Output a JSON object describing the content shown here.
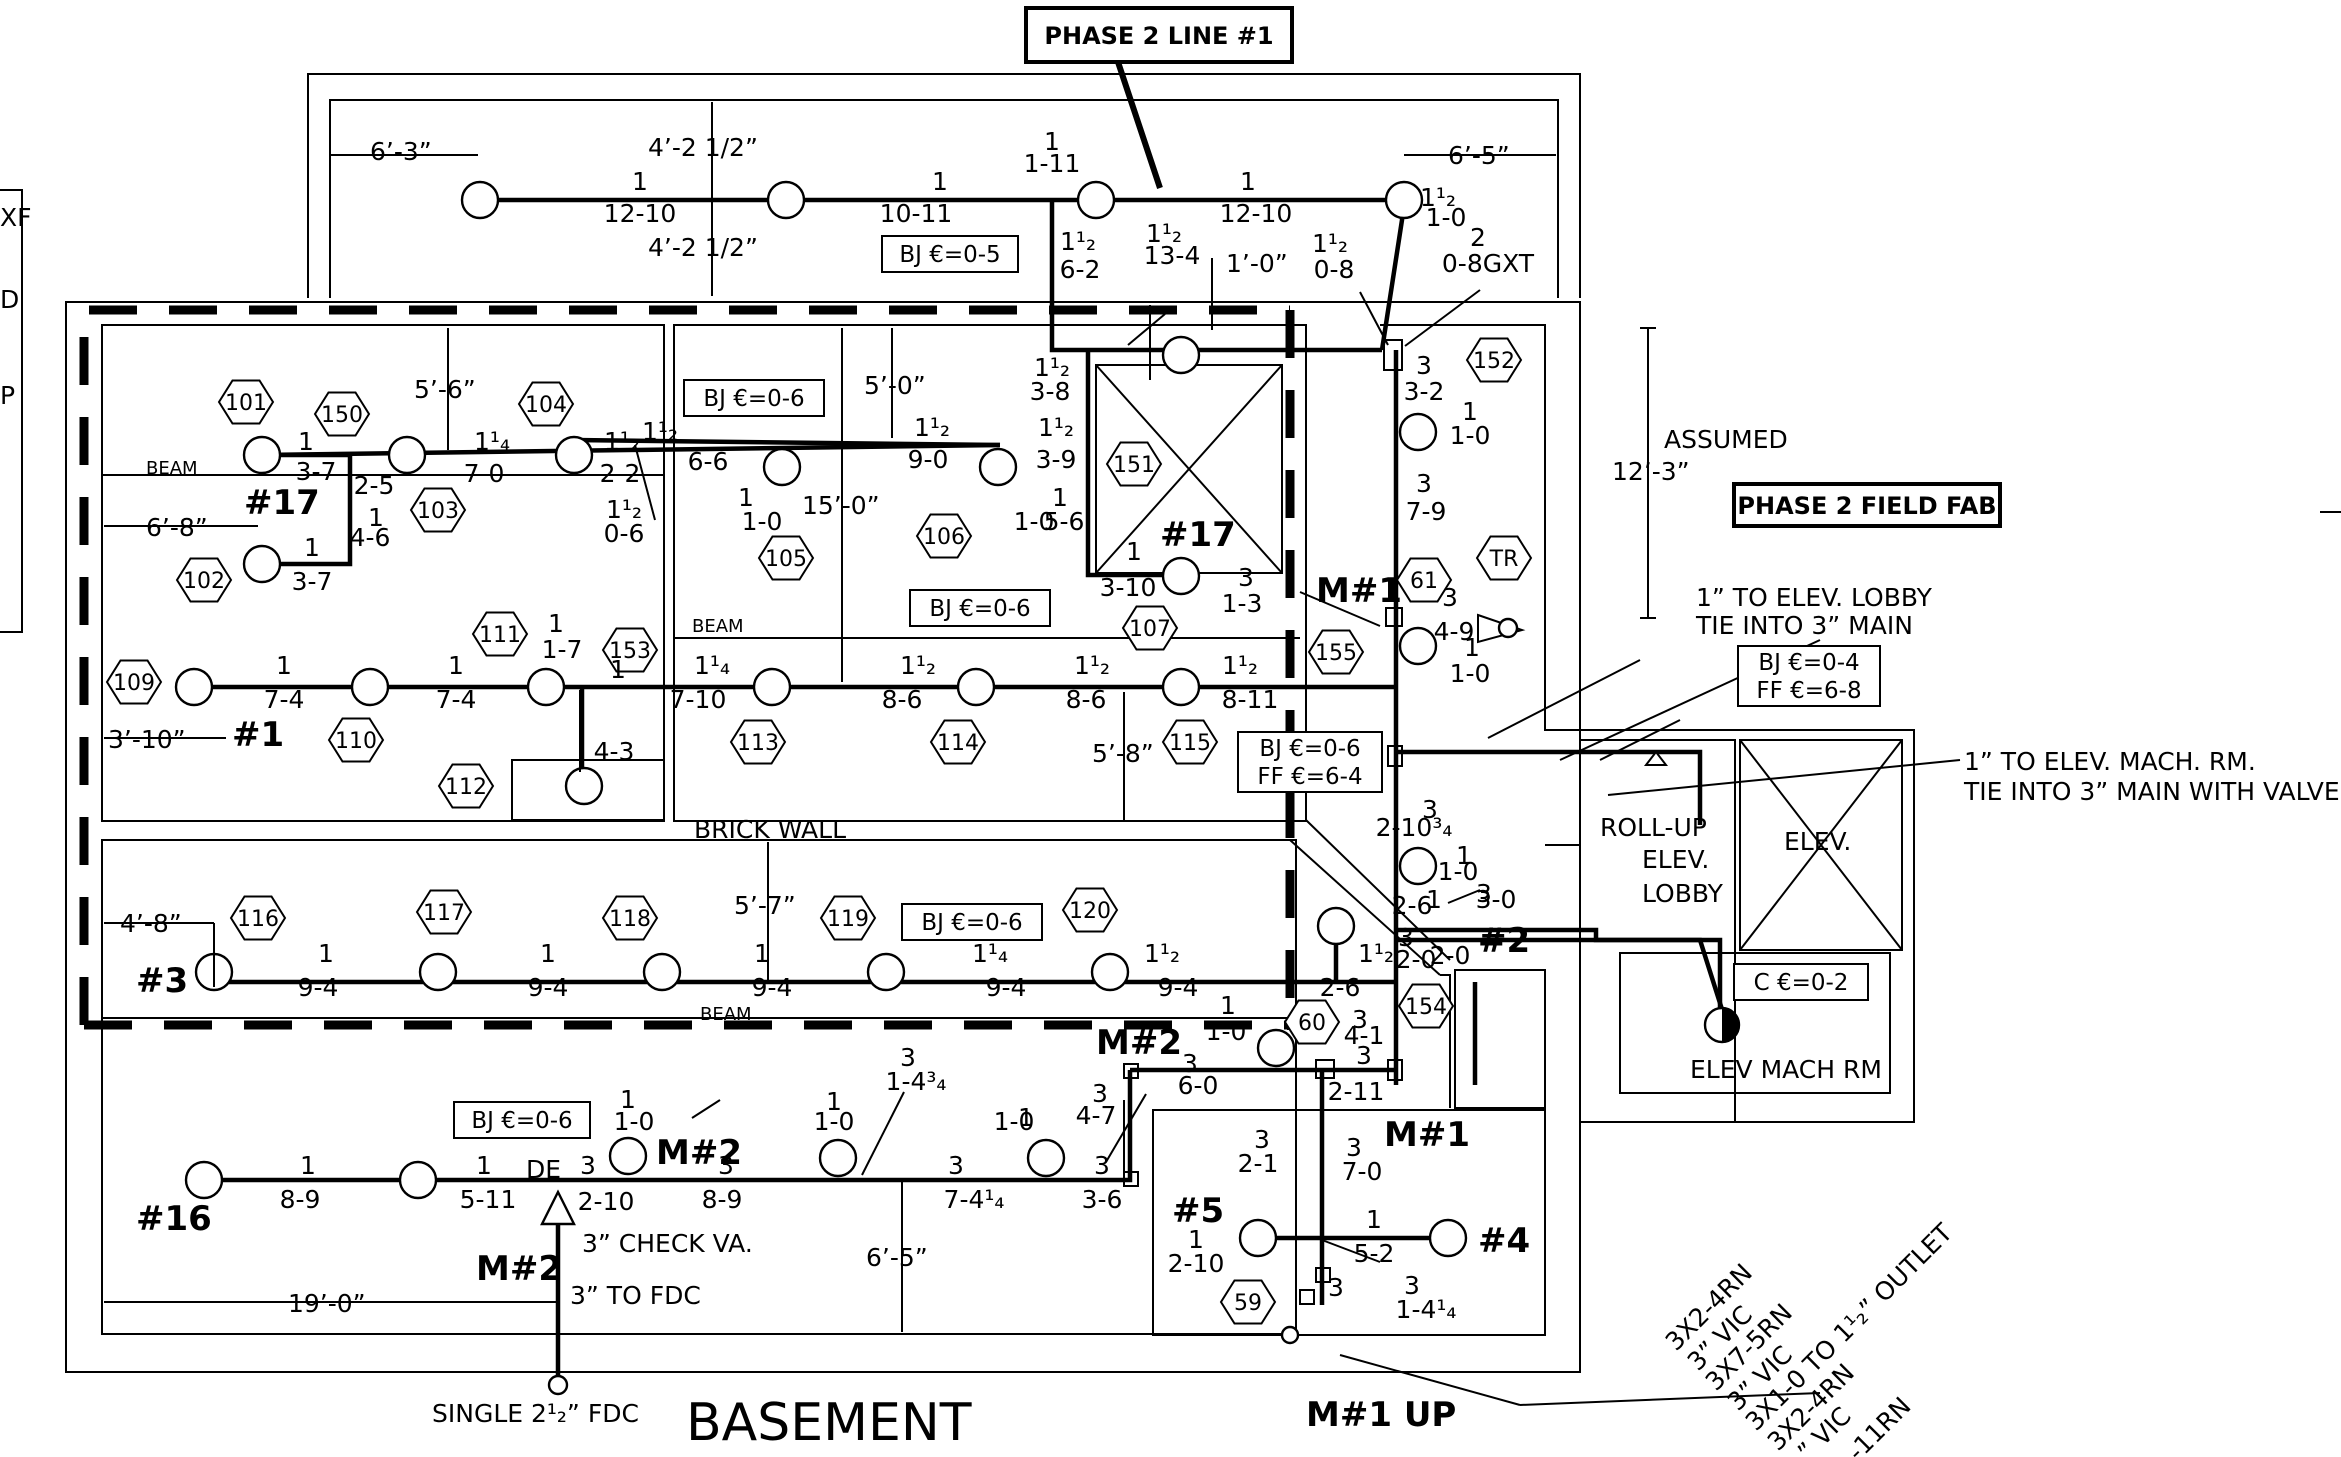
{
  "callouts": {
    "phase2_line": "PHASE 2 LINE #1",
    "phase2_field": "PHASE 2 FIELD FAB"
  },
  "title": "BASEMENT",
  "left_legend": [
    "XF",
    "D",
    "P"
  ],
  "notes": {
    "lobby_tie": [
      "1” TO ELEV. LOBBY",
      "TIE INTO 3” MAIN"
    ],
    "mach_tie": [
      "1” TO ELEV. MACH. RM.",
      "TIE INTO 3” MAIN WITH VALVE"
    ],
    "assumed": "ASSUMED",
    "roll_up": "ROLL-UP",
    "elev_lobby": [
      "ELEV.",
      "LOBBY"
    ],
    "elev": "ELEV.",
    "elev_mach_rm": "ELEV MACH RM",
    "check_valve": "3” CHECK VA.",
    "to_fdc": "3” TO FDC",
    "single_fdc": "SINGLE 2¹₂” FDC",
    "m1_up": "M#1 UP",
    "brick_wall": "BRICK WALL",
    "beam": "BEAM",
    "de": "DE"
  },
  "diagonal_labels": [
    "3X2-4RN",
    "3” VIC",
    "3X7-5RN",
    "3” VIC",
    "3X1-0 TO 1¹₂” OUTLET",
    "3X2-4RN",
    "” VIC",
    "-11RN"
  ],
  "boxes": [
    {
      "id": "b1",
      "lines": [
        "BJ €=0-5"
      ]
    },
    {
      "id": "b2",
      "lines": [
        "BJ €=0-6"
      ]
    },
    {
      "id": "b3",
      "lines": [
        "BJ €=0-6"
      ]
    },
    {
      "id": "b4",
      "lines": [
        "BJ €=0-4",
        "FF €=6-8"
      ]
    },
    {
      "id": "b5",
      "lines": [
        "BJ €=0-6",
        "FF €=6-4"
      ]
    },
    {
      "id": "b6",
      "lines": [
        "BJ €=0-6"
      ]
    },
    {
      "id": "b7",
      "lines": [
        "C €=0-2"
      ]
    },
    {
      "id": "b8",
      "lines": [
        "BJ €=0-6"
      ]
    }
  ],
  "hex_tags": [
    "101",
    "150",
    "104",
    "103",
    "102",
    "151",
    "105",
    "106",
    "61",
    "TR",
    "152",
    "111",
    "153",
    "107",
    "155",
    "109",
    "110",
    "112",
    "113",
    "114",
    "115",
    "116",
    "117",
    "118",
    "119",
    "120",
    "60",
    "154",
    "59"
  ],
  "line_tags": [
    "#17",
    "#17",
    "#1",
    "#3",
    "#16",
    "#2",
    "#4",
    "#5",
    "M#1",
    "M#1",
    "M#2",
    "M#2",
    "M#2"
  ],
  "dims": [
    "6’-3”",
    "4’-2 1/2”",
    "4’-2 1/2”",
    "6’-5”",
    "5’-6”",
    "5’-0”",
    "15’-0”",
    "6’-8”",
    "3’-10”",
    "1’-0”",
    "12’-3”",
    "5’-8”",
    "4’-8”",
    "5’-7”",
    "6’-5”",
    "19’-0”"
  ],
  "pipe_labels": [
    "1",
    "12-10",
    "1",
    "10-11",
    "1",
    "1-11",
    "1",
    "12-10",
    "1¹₂",
    "1-0",
    "2",
    "0-8GXT",
    "1¹₂",
    "6-2",
    "1¹₂",
    "13-4",
    "1¹₂",
    "0-8",
    "1",
    "3-7",
    "1¹₄",
    "7-0",
    "1¹₂",
    "2-2",
    "2-5",
    "1",
    "4-6",
    "1",
    "3-7",
    "1¹₂",
    "6-6",
    "1¹₂",
    "0-6",
    "1",
    "1-0",
    "1¹₂",
    "9-0",
    "1¹₂",
    "3-9",
    "1¹₂",
    "3-8",
    "1",
    "1-0",
    "5-6",
    "3",
    "3-2",
    "1",
    "1-0",
    "3",
    "7-9",
    "1",
    "3-10",
    "3",
    "1-3",
    "3",
    "4-9",
    "1",
    "1-0",
    "1",
    "7-4",
    "1",
    "7-4",
    "1",
    "1-7",
    "1",
    "4-3",
    "1¹₄",
    "7-10",
    "1¹₂",
    "8-6",
    "1¹₂",
    "8-6",
    "1¹₂",
    "8-11",
    "3",
    "2-10³₄",
    "1",
    "1-0",
    "1",
    "2-6",
    "3",
    "3-0",
    "2-0",
    "3",
    "2-0",
    "1",
    "9-4",
    "1",
    "9-4",
    "1",
    "9-4",
    "1¹₄",
    "9-4",
    "1¹₂",
    "9-4",
    "1¹₂",
    "2-6",
    "1",
    "1-0",
    "3",
    "4-1",
    "3",
    "6-0",
    "3",
    "2-11",
    "1",
    "1-0",
    "3",
    "1-4³₄",
    "1",
    "1-0",
    "1",
    "1-0",
    "3",
    "4-7",
    "1",
    "8-9",
    "1",
    "5-11",
    "3",
    "2-10",
    "3",
    "8-9",
    "3",
    "7-4¹₄",
    "3",
    "3-6",
    "3",
    "2-1",
    "3",
    "7-0",
    "1",
    "5-2",
    "1",
    "2-10",
    "3",
    "3",
    "1-4¹₄"
  ]
}
